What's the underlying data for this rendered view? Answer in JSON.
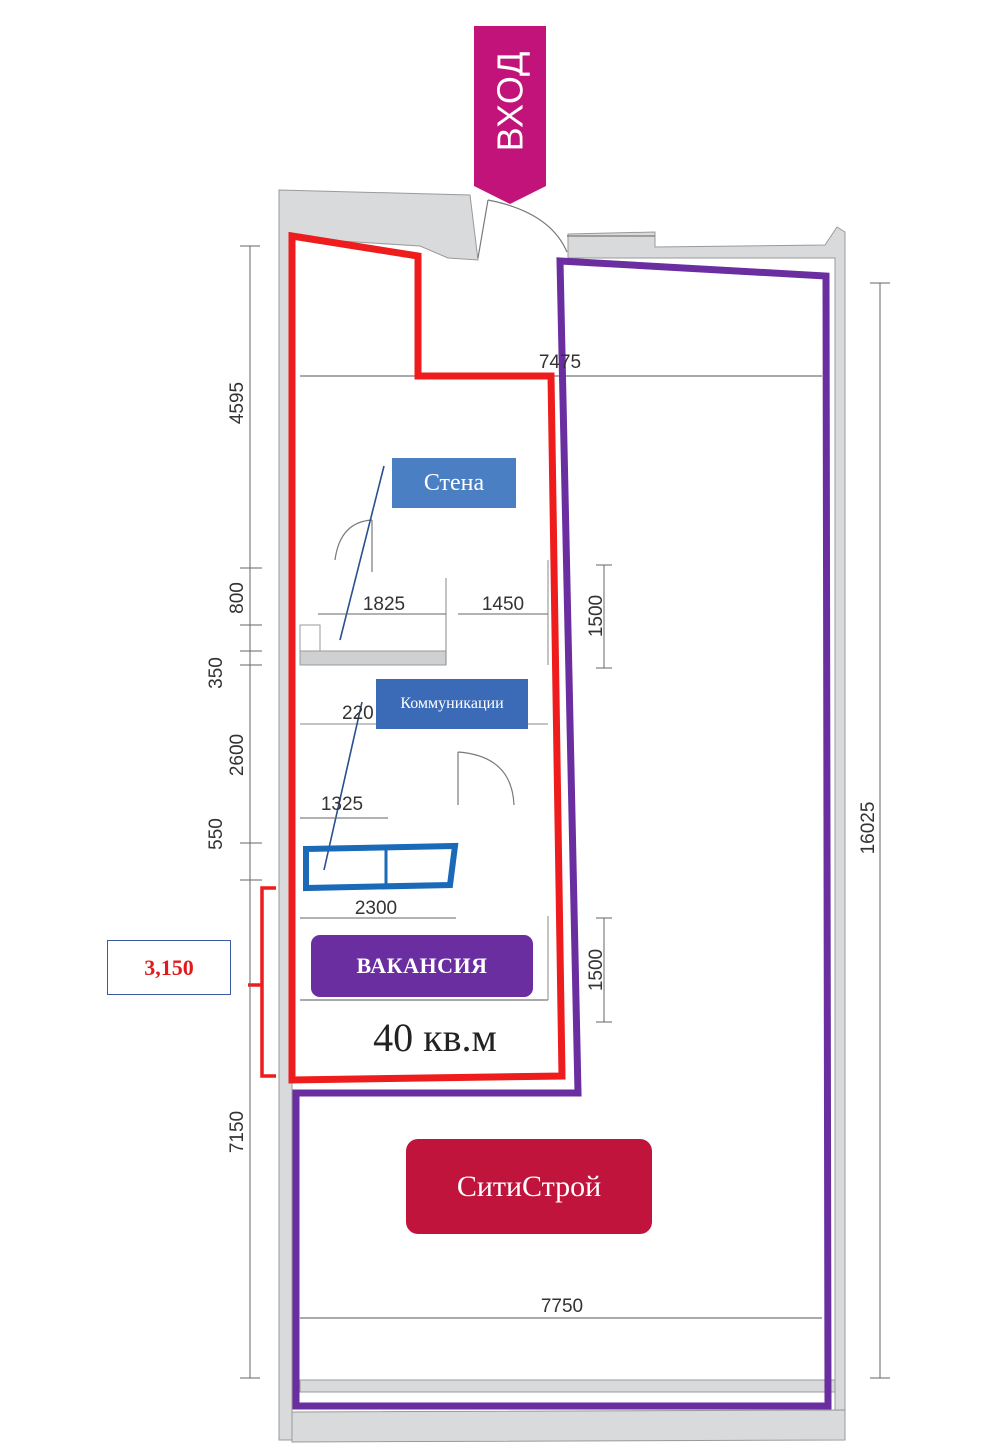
{
  "entrance": {
    "label": "ВХОД",
    "color": "#c2137a"
  },
  "zones": {
    "vacancy": {
      "label": "ВАКАНСИЯ",
      "area": "40 кв.м",
      "outline_color": "#ee1c1c",
      "label_color": "#6a2ea1"
    },
    "tenant": {
      "label": "СитиСтрой",
      "outline_color": "#6a2ea1",
      "label_color": "#c0143c"
    }
  },
  "annotations": {
    "wall": "Стена",
    "communications": "Коммуникации",
    "vacancy_width": "3,150"
  },
  "dimensions": {
    "top_width": "7475",
    "bottom_width": "7750",
    "total_length": "16025",
    "upper_length": "4595",
    "lower_length": "7150",
    "seg_800": "800",
    "seg_350": "350",
    "seg_2600": "2600",
    "seg_550": "550",
    "w_1825": "1825",
    "w_1450": "1450",
    "w_1325": "1325",
    "w_2300": "2300",
    "w_2200": "220",
    "side_1500_a": "1500",
    "side_1500_b": "1500"
  }
}
